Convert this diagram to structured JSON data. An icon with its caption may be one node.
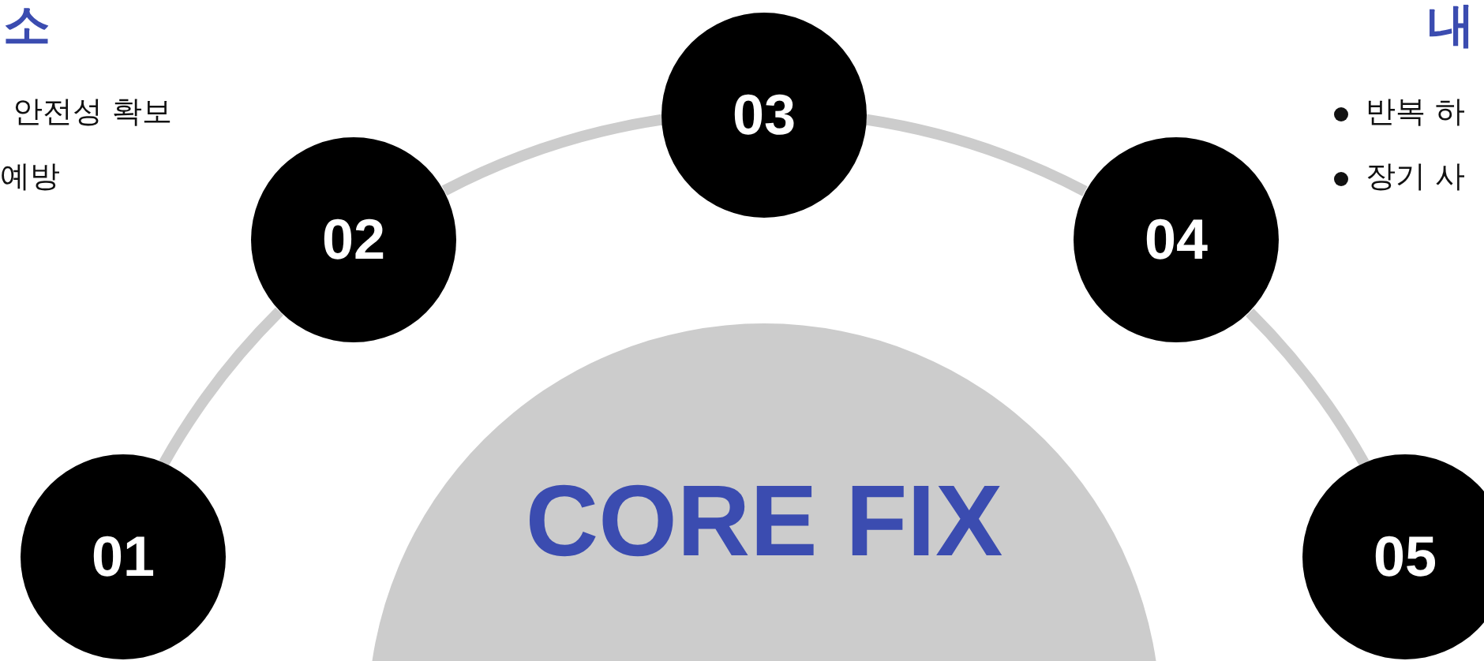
{
  "diagram": {
    "nodes": [
      {
        "text": [
          "01"
        ]
      },
      {
        "text": [
          "02"
        ]
      },
      {
        "text": [
          "03"
        ]
      },
      {
        "text": [
          "04"
        ]
      },
      {
        "text": [
          "05"
        ]
      },
      {
        "text": [
          "CORE FIX"
        ]
      }
    ],
    "edges": [
      {
        "from": 0,
        "to": 1,
        "arrow": "none"
      },
      {
        "from": 1,
        "to": 2,
        "arrow": "none"
      },
      {
        "from": 2,
        "to": 3,
        "arrow": "none"
      },
      {
        "from": 3,
        "to": 4,
        "arrow": "none"
      }
    ],
    "labels": [
      "소",
      "안전성 확보",
      "예방",
      "내",
      "반복 하",
      "장기 사"
    ]
  }
}
